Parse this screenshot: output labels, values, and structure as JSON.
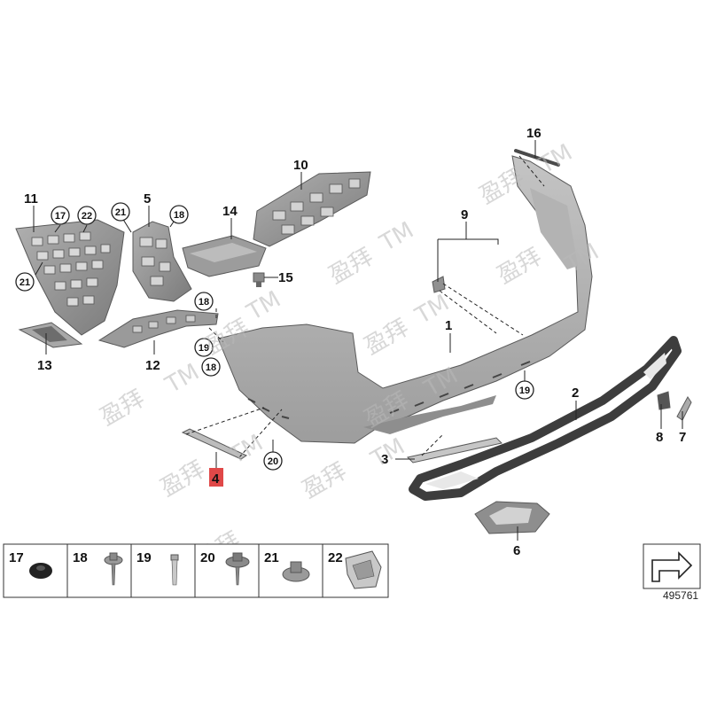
{
  "callouts": {
    "c1": "1",
    "c2": "2",
    "c3": "3",
    "c4": "4",
    "c5": "5",
    "c6": "6",
    "c7": "7",
    "c8": "8",
    "c9": "9",
    "c10": "10",
    "c11": "11",
    "c12": "12",
    "c13": "13",
    "c14": "14",
    "c15": "15",
    "c16": "16"
  },
  "circled": {
    "c17": "17",
    "c18": "18",
    "c19": "19",
    "c20": "20",
    "c21": "21",
    "c22": "22"
  },
  "highlight_color": "#e04848",
  "legend": [
    "17",
    "18",
    "19",
    "20",
    "21",
    "22"
  ],
  "diagram_code": "495761",
  "watermark": {
    "brand": "盈拜",
    "tm": "TM"
  }
}
